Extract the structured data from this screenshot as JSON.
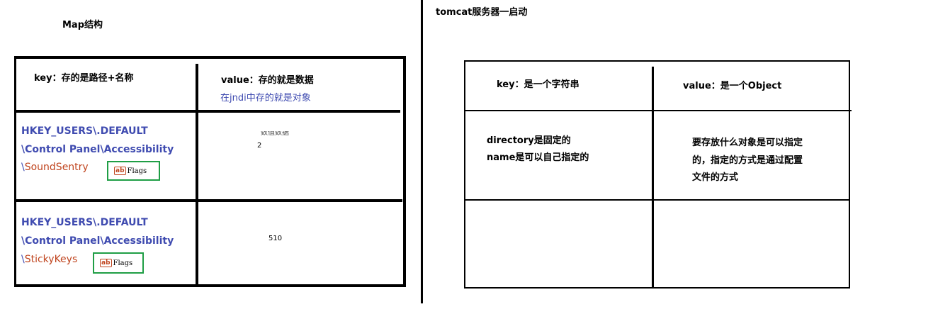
{
  "left": {
    "title": "Map结构",
    "header_key": "key：存的是路径+名称",
    "header_value": "value：存的就是数据",
    "header_value_note": "在jndi中存的就是对象",
    "rows": [
      {
        "path_line1": "HKEY_USERS\\.DEFAULT",
        "path_line2": "\\Control Panel\\Accessibility",
        "path_line3_prefix": "\\",
        "path_line3_name": "SoundSentry",
        "flag_label": "Flags",
        "value_label": "数值数据",
        "value": "2"
      },
      {
        "path_line1": "HKEY_USERS\\.DEFAULT",
        "path_line2": "\\Control Panel\\Accessibility",
        "path_line3_prefix": "\\",
        "path_line3_name": "StickyKeys",
        "flag_label": "Flags",
        "value": "510"
      }
    ]
  },
  "right": {
    "title": "tomcat服务器一启动",
    "header_key": "key：是一个字符串",
    "header_value": "value：是一个Object",
    "row1_key_line1": "directory是固定的",
    "row1_key_line2": "name是可以自己指定的",
    "row1_value_line1": "要存放什么对象是可以指定",
    "row1_value_line2": "的，指定的方式是通过配置",
    "row1_value_line3": "文件的方式"
  },
  "icons": {
    "flag_badge": "ab-string-value-icon"
  },
  "colors": {
    "path_blue": "#3f4bb0",
    "path_red": "#c0451f",
    "flag_border": "#1f9e45"
  }
}
